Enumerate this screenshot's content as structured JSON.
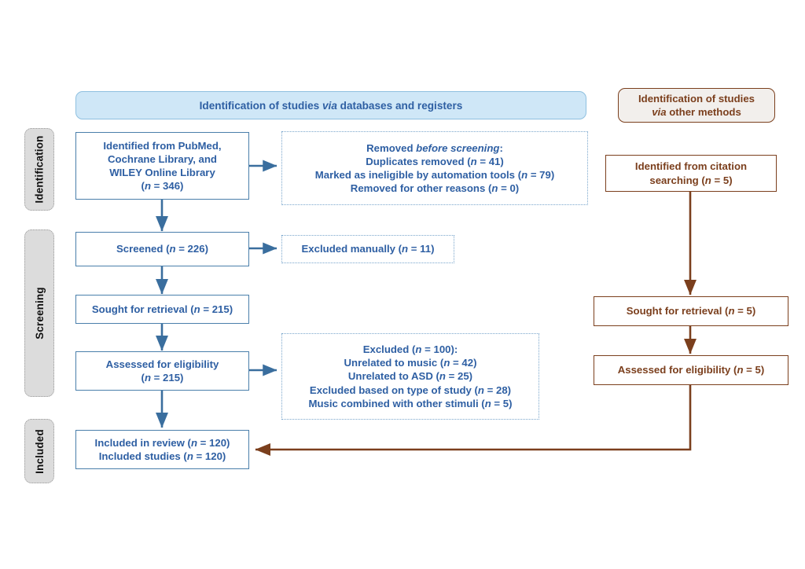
{
  "figure": {
    "type": "prisma-2020-flow-diagram",
    "background_color": "#ffffff",
    "accent_blue": "#2e5fa3",
    "accent_blue_border": "#4a7fab",
    "banner_blue_fill": "#cfe7f7",
    "accent_brown": "#7b3f1d",
    "banner_brown_fill": "#f2efec",
    "stage_tab_fill": "#dcdcdc"
  },
  "banners": {
    "left": "Identification of studies via databases and registers",
    "left_parts": {
      "a": "Identification of studies ",
      "italic": "via",
      "b": " databases and registers"
    },
    "right_line1_a": "Identification of studies",
    "right_line2_italic": "via",
    "right_line2_b": " other methods"
  },
  "stages": [
    {
      "id": "identification",
      "label": "Identification"
    },
    {
      "id": "screening",
      "label": "Screening"
    },
    {
      "id": "included",
      "label": "Included"
    }
  ],
  "left_column": {
    "identified": {
      "lines": [
        "Identified from PubMed,",
        "Cochrane Library, and",
        "WILEY Online Library"
      ],
      "n_open": "(",
      "n_italic": "n",
      "n_value": " = 346)"
    },
    "screened": {
      "label": "Screened ",
      "n_open": "(",
      "n_italic": "n",
      "n_value": " = 226)"
    },
    "sought": {
      "label": "Sought for retrieval ",
      "n_open": "(",
      "n_italic": "n",
      "n_value": " = 215)"
    },
    "assessed": {
      "label": "Assessed for eligibility",
      "n_open": "(",
      "n_italic": "n",
      "n_value": " = 215)"
    },
    "included": {
      "line1_label": "Included in review ",
      "line1_n_open": "(",
      "line1_n_italic": "n",
      "line1_n_value": " = 120)",
      "line2_label": "Included studies ",
      "line2_n_open": "(",
      "line2_n_italic": "n",
      "line2_n_value": " = 120)"
    }
  },
  "exclusion_boxes": {
    "before_screening": {
      "title_a": "Removed ",
      "title_italic": "before screening",
      "title_b": ":",
      "rows": [
        {
          "label": "Duplicates removed ",
          "n_open": "(",
          "n_italic": "n",
          "n_value": " = 41)"
        },
        {
          "label": "Marked as ineligible by automation tools ",
          "n_open": "(",
          "n_italic": "n",
          "n_value": " = 79)"
        },
        {
          "label": "Removed for other reasons ",
          "n_open": "(",
          "n_italic": "n",
          "n_value": " = 0)"
        }
      ]
    },
    "excluded_manually": {
      "label": "Excluded manually ",
      "n_open": "(",
      "n_italic": "n",
      "n_value": " = 11)"
    },
    "excluded_eligibility": {
      "rows": [
        {
          "label": "Excluded ",
          "n_open": "(",
          "n_italic": "n",
          "n_value": " = 100):"
        },
        {
          "label": "Unrelated to music ",
          "n_open": "(",
          "n_italic": "n",
          "n_value": " = 42)"
        },
        {
          "label": "Unrelated to ASD ",
          "n_open": "(",
          "n_italic": "n",
          "n_value": " = 25)"
        },
        {
          "label": "Excluded based on type of study ",
          "n_open": "(",
          "n_italic": "n",
          "n_value": " = 28)"
        },
        {
          "label": "Music combined with other stimuli ",
          "n_open": "(",
          "n_italic": "n",
          "n_value": " = 5)"
        }
      ]
    }
  },
  "right_column": {
    "citation": {
      "lines": [
        "Identified from  citation"
      ],
      "line2_label": "searching ",
      "line2_n_open": "(",
      "line2_n_italic": "n",
      "line2_n_value": " = 5)"
    },
    "sought": {
      "label": "Sought for retrieval ",
      "n_open": "(",
      "n_italic": "n",
      "n_value": " = 5)"
    },
    "assessed": {
      "label": "Assessed for eligibility ",
      "n_open": "(",
      "n_italic": "n",
      "n_value": " = 5)"
    }
  }
}
